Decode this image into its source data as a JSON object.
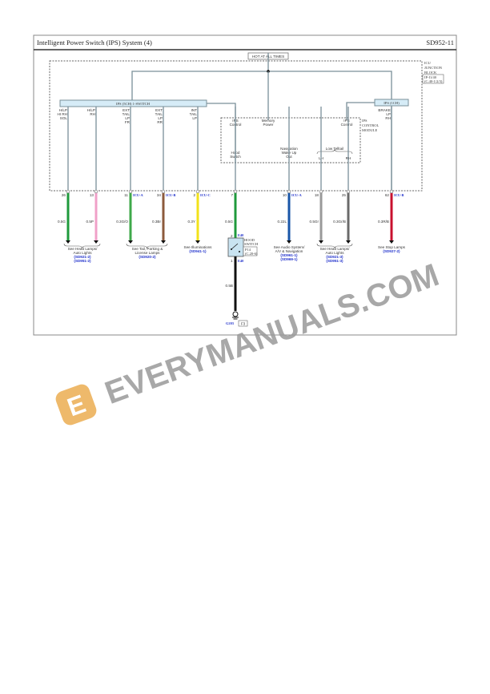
{
  "header": {
    "title": "Intelligent Power Switch (IPS) System (4)",
    "page_code": "SD952-11"
  },
  "power_label": "HOT AT ALL TIMES",
  "icu": {
    "name_lines": [
      "ICU",
      "JUNCTION",
      "BLOCK"
    ],
    "ref_lines": [
      "IP-I1/40",
      "(C.40-1/2/3)"
    ]
  },
  "ips5ch": "IPS (5CH) 1-SWITCH",
  "ips1ch": "IPS (1CH)",
  "ips_module_lines": [
    "IPS",
    "CONTROL",
    "MODULE"
  ],
  "internal_labels": {
    "hlp_hi_rh_sol": [
      "H/LP",
      "HI RH",
      "SOL"
    ],
    "hlp_rh": [
      "H/LP",
      "RH"
    ],
    "ext_tail_fr": [
      "EXT",
      "TAIL",
      "LP",
      "FR"
    ],
    "ext_tail_rr": [
      "EXT",
      "TAIL",
      "LP",
      "RR"
    ],
    "int_tail": [
      "INT",
      "TAIL",
      "LP"
    ],
    "ips_control_left": [
      "IPS",
      "Control"
    ],
    "memory_power": [
      "Memory",
      "Power"
    ],
    "ips_control_right": [
      "IPS",
      "Control"
    ],
    "brake_lp_rh": [
      "BRAKE",
      "LP",
      "RH"
    ],
    "hood_switch_in": [
      "Hood",
      "Switch"
    ],
    "nav_wake": [
      "Navigation",
      "Wake Up",
      "Out"
    ],
    "low_telltail": "Low Telltail",
    "lh": "LH",
    "rh": "RH"
  },
  "wires": [
    {
      "pin": "26",
      "conn": "",
      "size": "0.5G",
      "color": "#1f9a3c"
    },
    {
      "pin": "13",
      "conn": "",
      "size": "0.5P",
      "color": "#f0a0c8"
    },
    {
      "pin": "11",
      "conn": "ICU-A",
      "size": "0.3G/O",
      "color": "#3fa84a"
    },
    {
      "pin": "34",
      "conn": "ICU-B",
      "size": "0.3Br",
      "color": "#8c5a3c"
    },
    {
      "pin": "2",
      "conn": "ICU-C",
      "size": "0.3Y",
      "color": "#f2e21a"
    },
    {
      "pin": "7",
      "conn": "",
      "size": "0.5G",
      "color": "#1f9a3c"
    },
    {
      "pin": "10",
      "conn": "ICU-A",
      "size": "0.22L",
      "color": "#1a56a8"
    },
    {
      "pin": "18",
      "conn": "",
      "size": "0.5Gr",
      "color": "#9a9a9a"
    },
    {
      "pin": "25",
      "conn": "",
      "size": "0.3Gr/B",
      "color": "#6a6a6a"
    },
    {
      "pin": "62",
      "conn": "ICU-B",
      "size": "0.3R/B",
      "color": "#c8102e"
    }
  ],
  "refs": {
    "head_lamps_1": {
      "text": [
        "See Head Lamps/",
        "Auto Lights"
      ],
      "refs": [
        "(SD921-2)",
        "(SD951-2)"
      ]
    },
    "tail_lamps": {
      "text": [
        "See Tail, Parking &",
        "License Lamps"
      ],
      "refs": [
        "(SD920-2)"
      ]
    },
    "illuminations": {
      "text": [
        "See Illuminations"
      ],
      "refs": [
        "(SD941-1)"
      ]
    },
    "audio": {
      "text": [
        "See Audio System/",
        "A/V & Navigation"
      ],
      "refs": [
        "(SD961-1)",
        "(SD969-1)"
      ]
    },
    "head_lamps_2": {
      "text": [
        "See Head Lamps/",
        "Auto Lights"
      ],
      "refs": [
        "(SD921-3)",
        "(SD951-3)"
      ]
    },
    "stop_lamps": {
      "text": [
        "See Stop Lamps"
      ],
      "refs": [
        "(SD927-2)"
      ]
    }
  },
  "hood_switch": {
    "name_lines": [
      "HOOD",
      "SWITCH"
    ],
    "ref_lines": [
      "P14",
      "(C.20-6)"
    ],
    "pin_top": "2",
    "pin_bottom": "1",
    "conn": "E40",
    "wire_size": "0.5B",
    "wire_color": "#111111"
  },
  "ground": {
    "name": "G203",
    "ref": "F3"
  },
  "watermark": {
    "text": "EVERYMANUALS.COM",
    "logo_letter": "E",
    "logo_color": "#e8a13a",
    "text_color": "#9a9a9a"
  },
  "colors": {
    "module_fill": "#d6ecf7"
  }
}
